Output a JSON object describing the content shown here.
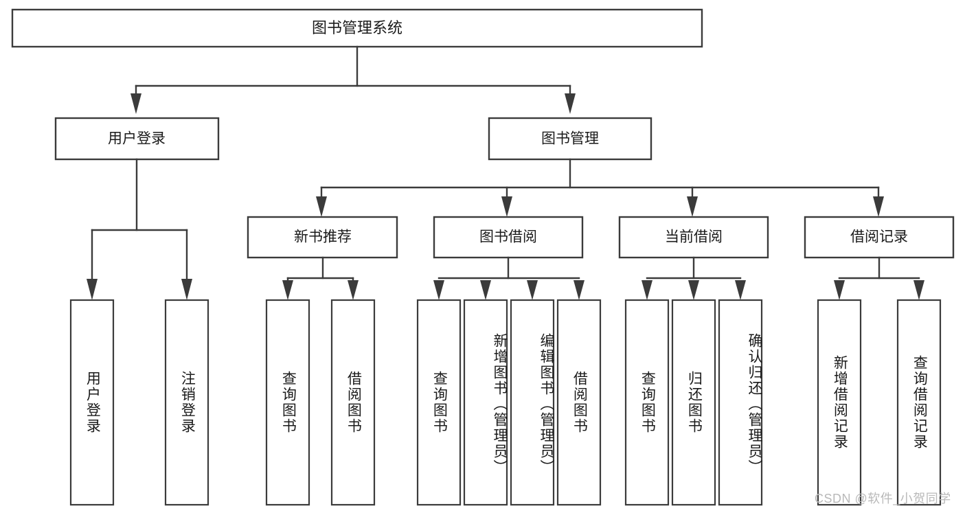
{
  "diagram": {
    "title": "图书管理系统",
    "type": "tree",
    "watermark": "CSDN @软件_小贺同学",
    "levels": {
      "root": {
        "label": "图书管理系统"
      },
      "level2": [
        {
          "label": "用户登录"
        },
        {
          "label": "图书管理"
        }
      ],
      "level3": [
        {
          "label": "新书推荐"
        },
        {
          "label": "图书借阅"
        },
        {
          "label": "当前借阅"
        },
        {
          "label": "借阅记录"
        }
      ]
    },
    "groups": [
      {
        "parent": "用户登录",
        "leaves": [
          {
            "label": "用户登录"
          },
          {
            "label": "注销登录"
          }
        ]
      },
      {
        "parent": "新书推荐",
        "leaves": [
          {
            "label": "查询图书"
          },
          {
            "label": "借阅图书"
          }
        ]
      },
      {
        "parent": "图书借阅",
        "leaves": [
          {
            "label": "查询图书"
          },
          {
            "label": "新增图书（管理员）"
          },
          {
            "label": "编辑图书（管理员）"
          },
          {
            "label": "借阅图书"
          }
        ]
      },
      {
        "parent": "当前借阅",
        "leaves": [
          {
            "label": "查询图书"
          },
          {
            "label": "归还图书"
          },
          {
            "label": "确认归还（管理员）"
          }
        ]
      },
      {
        "parent": "借阅记录",
        "leaves": [
          {
            "label": "新增借阅记录"
          },
          {
            "label": "查询借阅记录"
          }
        ]
      }
    ],
    "colors": {
      "stroke": "#3b3b3b",
      "fill": "#ffffff",
      "text": "#1a1a1a",
      "watermark": "#b9b9b9"
    }
  }
}
